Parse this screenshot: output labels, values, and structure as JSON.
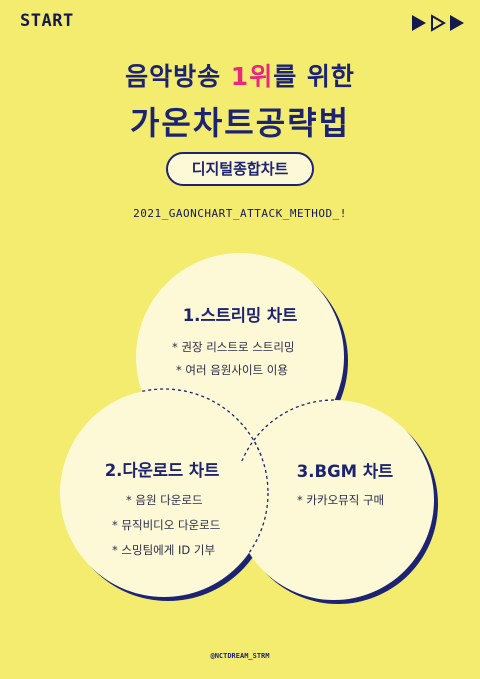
{
  "header": {
    "start_label": "START",
    "play_icons": [
      "play-filled-icon",
      "play-outline-icon",
      "play-filled-icon"
    ]
  },
  "title": {
    "line1_prefix": "음악방송 ",
    "line1_highlight": "1위",
    "line1_suffix": "를 위한",
    "line2": "가온차트공략법"
  },
  "pill_label": "디지털종합차트",
  "subtitle": "2021_GAONCHART_ATTACK_METHOD_!",
  "circles": [
    {
      "title": "1.스트리밍 차트",
      "items": [
        "* 권장 리스트로 스트리밍",
        "* 여러 음원사이트 이용"
      ]
    },
    {
      "title": "2.다운로드 차트",
      "items": [
        "* 음원 다운로드",
        "* 뮤직비디오 다운로드",
        "* 스밍팀에게 ID 기부"
      ]
    },
    {
      "title": "3.BGM 차트",
      "items": [
        "* 카카오뮤직 구매"
      ]
    }
  ],
  "footer": "@NCTDREAM_STRM",
  "colors": {
    "background": "#f4ec6f",
    "navy": "#1c2472",
    "pink": "#e8277d",
    "circle_fill": "#fdf8d5"
  }
}
